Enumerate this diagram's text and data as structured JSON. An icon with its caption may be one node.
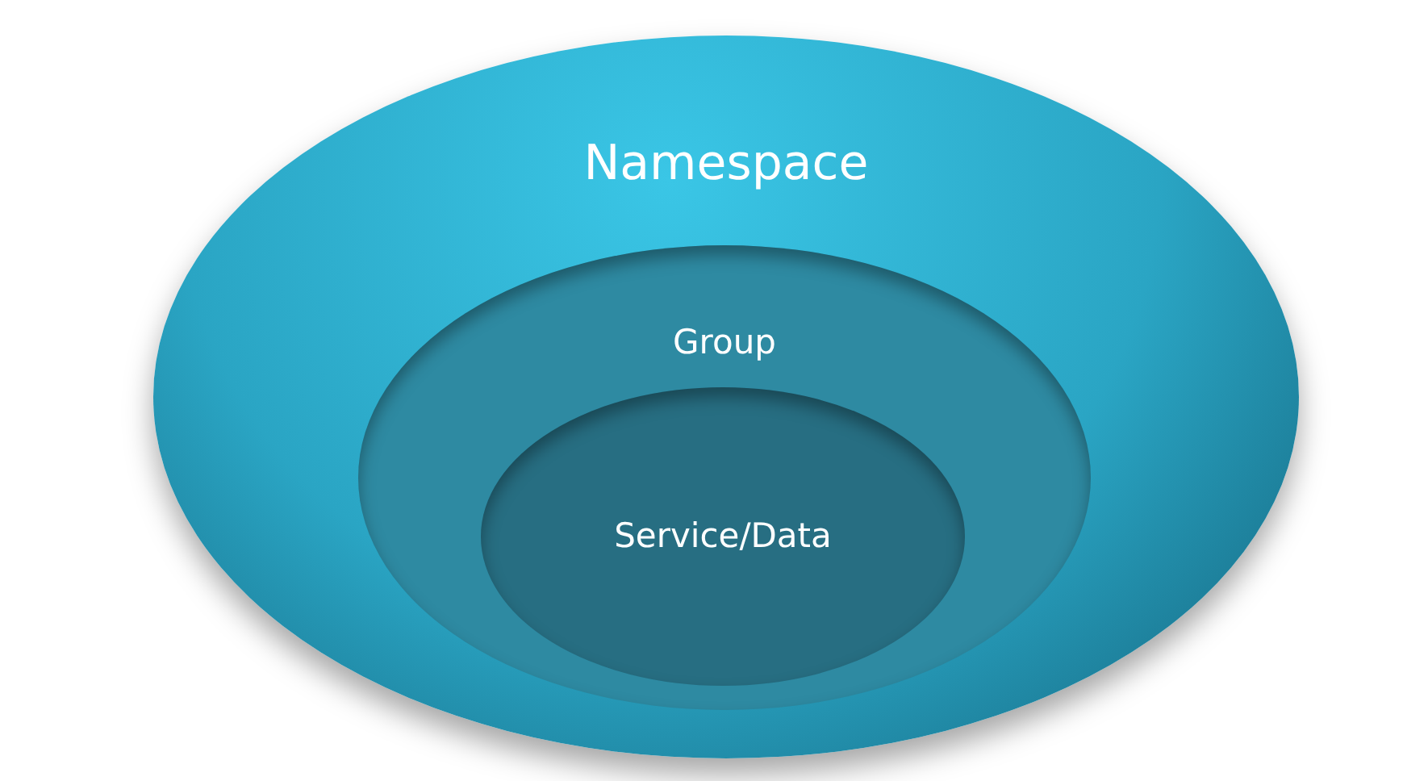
{
  "diagram": {
    "nodes": [
      {
        "text": [
          "Namespace"
        ]
      },
      {
        "text": [
          "Group"
        ],
        "in": 0
      },
      {
        "text": [
          "Service/Data"
        ],
        "in": 1
      }
    ]
  }
}
